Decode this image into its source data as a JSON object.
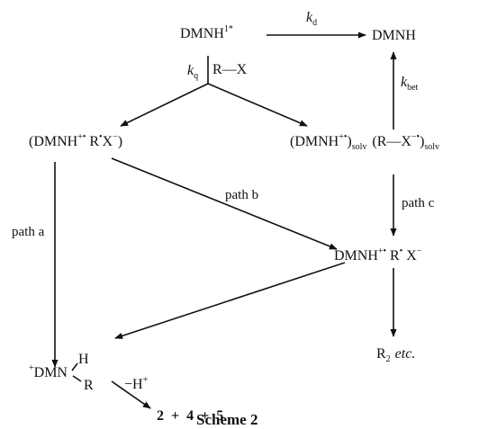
{
  "scheme": {
    "species": {
      "excited": {
        "base": "DMNH",
        "sup": "1*"
      },
      "ground": "DMNH",
      "caged_ion_pair": {
        "p1": "(DMNH",
        "sup1": "+•",
        "mid": " R",
        "sup2": "•",
        "x": "X",
        "sup3": "−",
        "p2": ")"
      },
      "solv_pair": {
        "a": "(DMNH",
        "a_sup": "+•",
        "a_close": ")",
        "a_sub": "solv",
        "b": "(R—X",
        "b_sup": "−•",
        "b_close": ")",
        "b_sub": "solv"
      },
      "free_ion_pair": {
        "p1": "DMNH",
        "sup1": "+•",
        "mid": " R",
        "sup2": "•",
        "x": " X",
        "sup3": "−"
      },
      "adduct": {
        "pre": "+",
        "base": "DMN",
        "h": "H",
        "r": "R"
      },
      "dimer": {
        "r": "R",
        "sub": "2",
        "etc": "etc."
      },
      "products": {
        "a": "2",
        "plus1": "+",
        "b": "4",
        "plus2": "+",
        "c": "5"
      }
    },
    "labels": {
      "kd": {
        "k": "k",
        "sub": "d"
      },
      "kq": {
        "k": "k",
        "sub": "q"
      },
      "rx": "R—X",
      "kbet": {
        "k": "k",
        "sub": "bet"
      },
      "path_a": "path a",
      "path_b": "path b",
      "path_c": "path c",
      "deprot": {
        "minus": "−H",
        "sup": "+"
      }
    },
    "caption": "Scheme 2"
  }
}
